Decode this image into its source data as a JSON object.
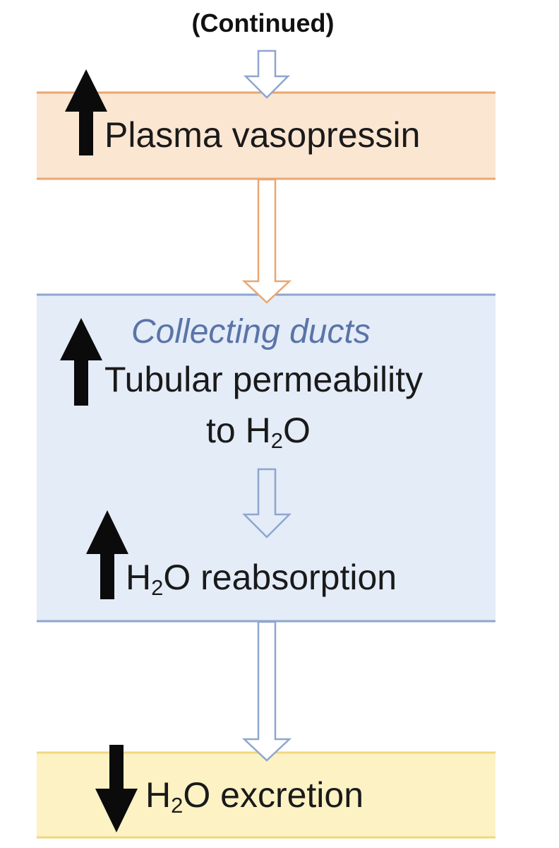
{
  "header": {
    "continued": "(Continued)"
  },
  "boxes": {
    "vasopressin": {
      "label": "Plasma vasopressin",
      "direction": "up",
      "fill": "#fbe6d2",
      "border": "#e9a770"
    },
    "collecting_ducts": {
      "title": "Collecting ducts",
      "title_color": "#5a74a8",
      "fill": "#e4ecf8",
      "border": "#8ea6cf",
      "permeability": {
        "line1": "Tubular permeability",
        "line2_prefix": "to H",
        "line2_sub": "2",
        "line2_suffix": "O",
        "direction": "up"
      },
      "reabsorption": {
        "prefix": "H",
        "sub": "2",
        "suffix": "O reabsorption",
        "direction": "up"
      }
    },
    "excretion": {
      "prefix": "H",
      "sub": "2",
      "suffix": "O excretion",
      "direction": "down",
      "fill": "#fcf2c4",
      "border": "#f1d77e"
    }
  },
  "connector_arrows": [
    {
      "from": "continued",
      "to": "vasopressin",
      "color": "#8ea6cf"
    },
    {
      "from": "vasopressin",
      "to": "collecting_ducts",
      "color": "#e9a770"
    },
    {
      "from": "permeability",
      "to": "reabsorption",
      "color": "#8ea6cf"
    },
    {
      "from": "collecting_ducts",
      "to": "excretion",
      "color": "#8ea6cf"
    }
  ],
  "icons": {
    "increase": "arrow-up-icon",
    "decrease": "arrow-down-icon"
  }
}
